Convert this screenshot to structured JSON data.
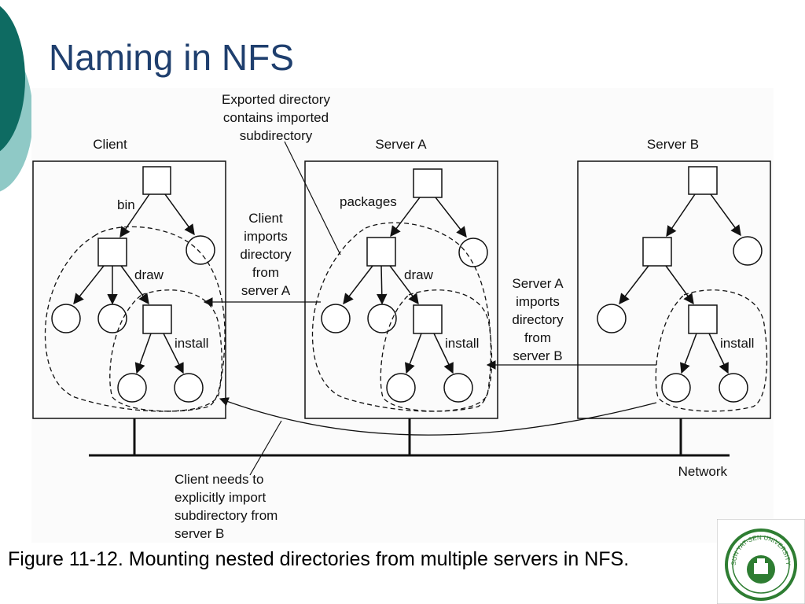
{
  "slide": {
    "title": "Naming in NFS",
    "caption": "Figure 11-12. Mounting nested directories from multiple servers in NFS."
  },
  "diagram": {
    "labels": {
      "client": "Client",
      "server_a": "Server A",
      "server_b": "Server B",
      "network": "Network",
      "bin": "bin",
      "draw_client": "draw",
      "install_client": "install",
      "packages": "packages",
      "draw_a": "draw",
      "install_a": "install",
      "install_b": "install"
    },
    "annotations": {
      "exported_directory": [
        "Exported directory",
        "contains imported",
        "subdirectory"
      ],
      "client_imports": [
        "Client",
        "imports",
        "directory",
        "from",
        "server A"
      ],
      "server_a_imports": [
        "Server A",
        "imports",
        "directory",
        "from",
        "server B"
      ],
      "client_needs": [
        "Client needs to",
        "explicitly import",
        "subdirectory from",
        "server B"
      ]
    }
  },
  "theme": {
    "title_color": "#1f3f6e",
    "accent_dark_teal": "#0e6b62",
    "accent_light_teal": "#8fc9c6",
    "logo_green": "#2e7d32"
  },
  "logo": {
    "icon": "university-seal-icon",
    "text": "SUN YAT-SEN UNIVERSITY"
  }
}
